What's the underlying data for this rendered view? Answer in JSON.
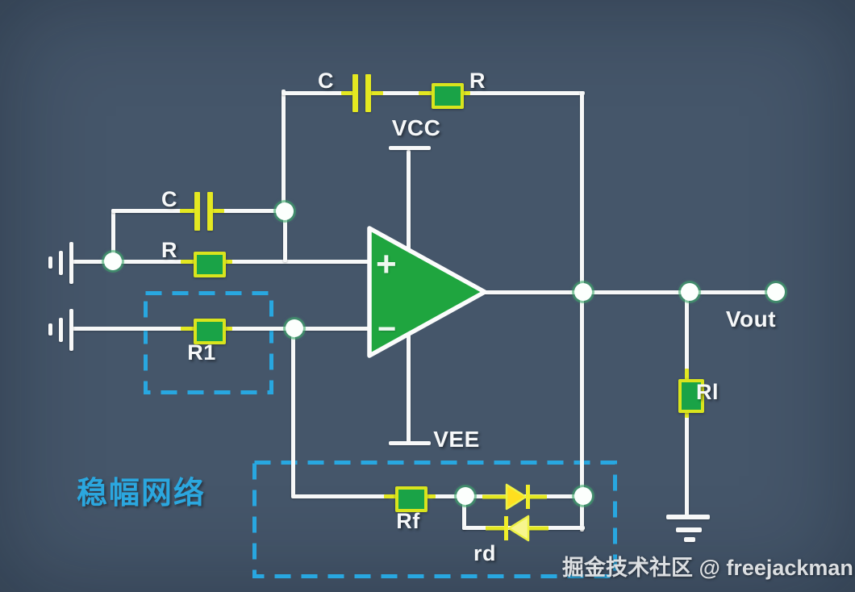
{
  "circuit": {
    "top_feedback": {
      "capacitor_label": "C",
      "resistor_label": "R"
    },
    "power": {
      "positive_rail": "VCC",
      "negative_rail": "VEE"
    },
    "input_network": {
      "capacitor_label": "C",
      "resistor_label": "R",
      "series_resistor_label": "R1"
    },
    "opamp": {
      "noninverting_label": "+",
      "inverting_label": "−"
    },
    "output": {
      "label": "Vout",
      "load_resistor_label": "Rl"
    },
    "stabilization": {
      "box_label": "稳幅网络",
      "feedback_resistor_label": "Rf",
      "diode_label": "rd"
    }
  },
  "watermark": "掘金技术社区 @ freejackman",
  "colors": {
    "background": "#45566a",
    "wire": "#f7f8f8",
    "component_yellow": "#e4e821",
    "component_green": "#1aa347",
    "opamp_green": "#1fa53f",
    "dashed_box": "#28a7e0",
    "stab_text": "#2ba7df",
    "watermark_text": "#dcdfe2"
  }
}
